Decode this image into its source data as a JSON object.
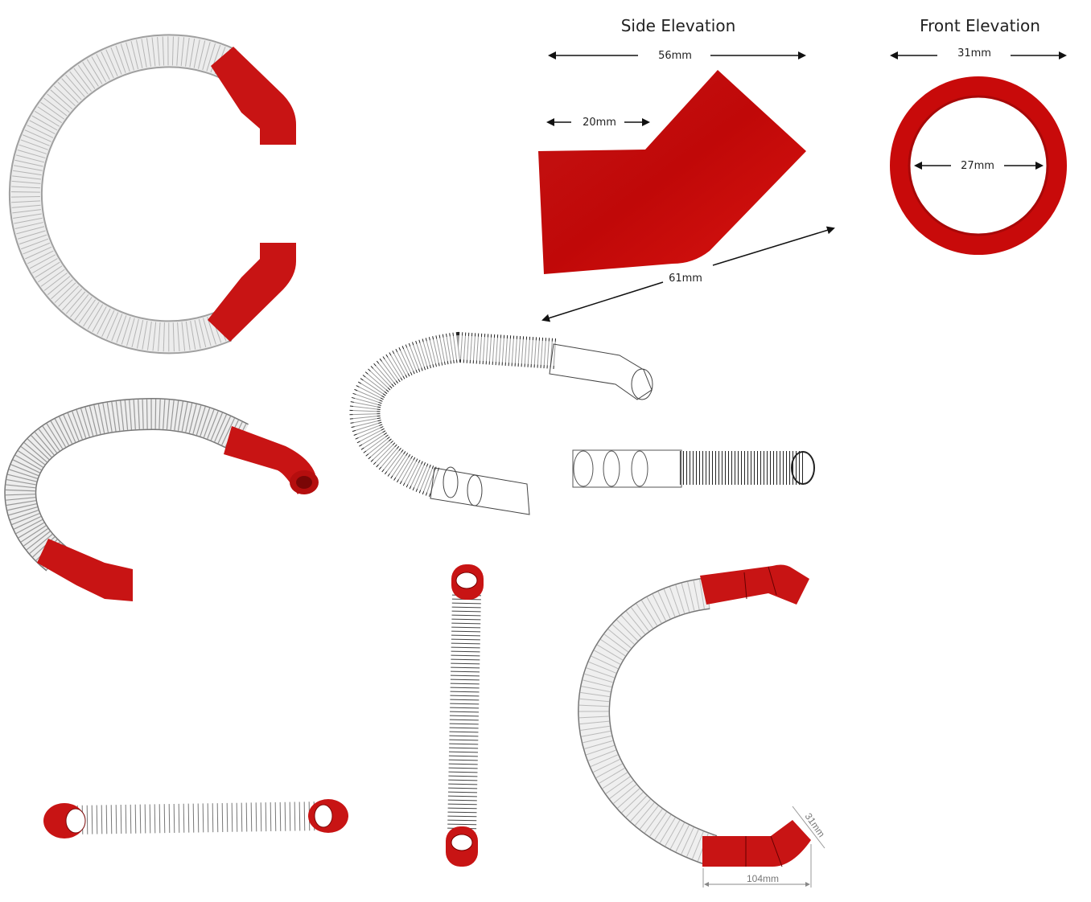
{
  "side_elevation": {
    "title": "Side Elevation",
    "width_label": "56mm",
    "straight_label": "20mm",
    "diagonal_label": "61mm"
  },
  "front_elevation": {
    "title": "Front Elevation",
    "outer_label": "31mm",
    "inner_label": "27mm"
  },
  "bottom_right_view": {
    "diameter_label": "31mm",
    "length_label": "104mm"
  },
  "colors": {
    "red": "#cc1111",
    "dark_red": "#a80d0d",
    "hose": "#e9e9e9",
    "coil": "#9a9a9a",
    "wire": "#333333"
  }
}
